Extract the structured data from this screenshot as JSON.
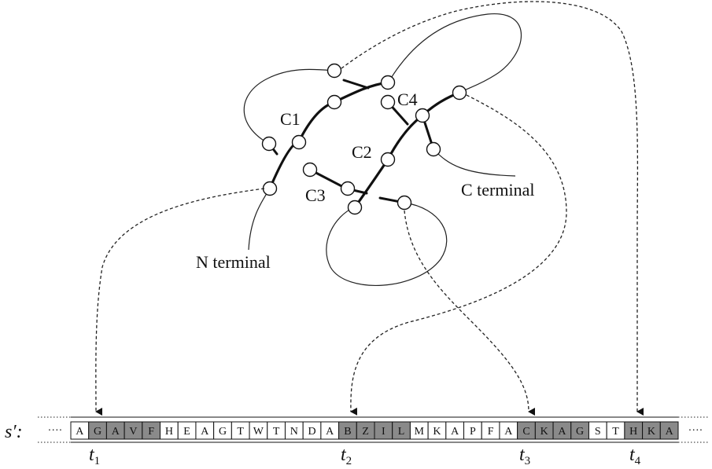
{
  "diagram": {
    "residue_labels": [
      "C1",
      "C2",
      "C3",
      "C4"
    ],
    "n_terminal_label": "N terminal",
    "c_terminal_label": "C terminal",
    "sequence_label": "s′:",
    "sequence": [
      {
        "ch": "A",
        "shaded": false
      },
      {
        "ch": "G",
        "shaded": true
      },
      {
        "ch": "A",
        "shaded": true
      },
      {
        "ch": "V",
        "shaded": true
      },
      {
        "ch": "F",
        "shaded": true
      },
      {
        "ch": "H",
        "shaded": false
      },
      {
        "ch": "E",
        "shaded": false
      },
      {
        "ch": "A",
        "shaded": false
      },
      {
        "ch": "G",
        "shaded": false
      },
      {
        "ch": "T",
        "shaded": false
      },
      {
        "ch": "W",
        "shaded": false
      },
      {
        "ch": "T",
        "shaded": false
      },
      {
        "ch": "N",
        "shaded": false
      },
      {
        "ch": "D",
        "shaded": false
      },
      {
        "ch": "A",
        "shaded": false
      },
      {
        "ch": "B",
        "shaded": true
      },
      {
        "ch": "Z",
        "shaded": true
      },
      {
        "ch": "I",
        "shaded": true
      },
      {
        "ch": "L",
        "shaded": true
      },
      {
        "ch": "M",
        "shaded": false
      },
      {
        "ch": "K",
        "shaded": false
      },
      {
        "ch": "A",
        "shaded": false
      },
      {
        "ch": "P",
        "shaded": false
      },
      {
        "ch": "F",
        "shaded": false
      },
      {
        "ch": "A",
        "shaded": false
      },
      {
        "ch": "C",
        "shaded": true
      },
      {
        "ch": "K",
        "shaded": true
      },
      {
        "ch": "A",
        "shaded": true
      },
      {
        "ch": "G",
        "shaded": true
      },
      {
        "ch": "S",
        "shaded": false
      },
      {
        "ch": "T",
        "shaded": false
      },
      {
        "ch": "H",
        "shaded": true
      },
      {
        "ch": "K",
        "shaded": true
      },
      {
        "ch": "A",
        "shaded": true
      }
    ],
    "segment_labels": [
      {
        "base": "t",
        "sub": "1"
      },
      {
        "base": "t",
        "sub": "2"
      },
      {
        "base": "t",
        "sub": "3"
      },
      {
        "base": "t",
        "sub": "4"
      }
    ],
    "colors": {
      "shaded_cell": "#8a8a8a",
      "plain_cell": "#ffffff",
      "ink": "#111111"
    }
  }
}
